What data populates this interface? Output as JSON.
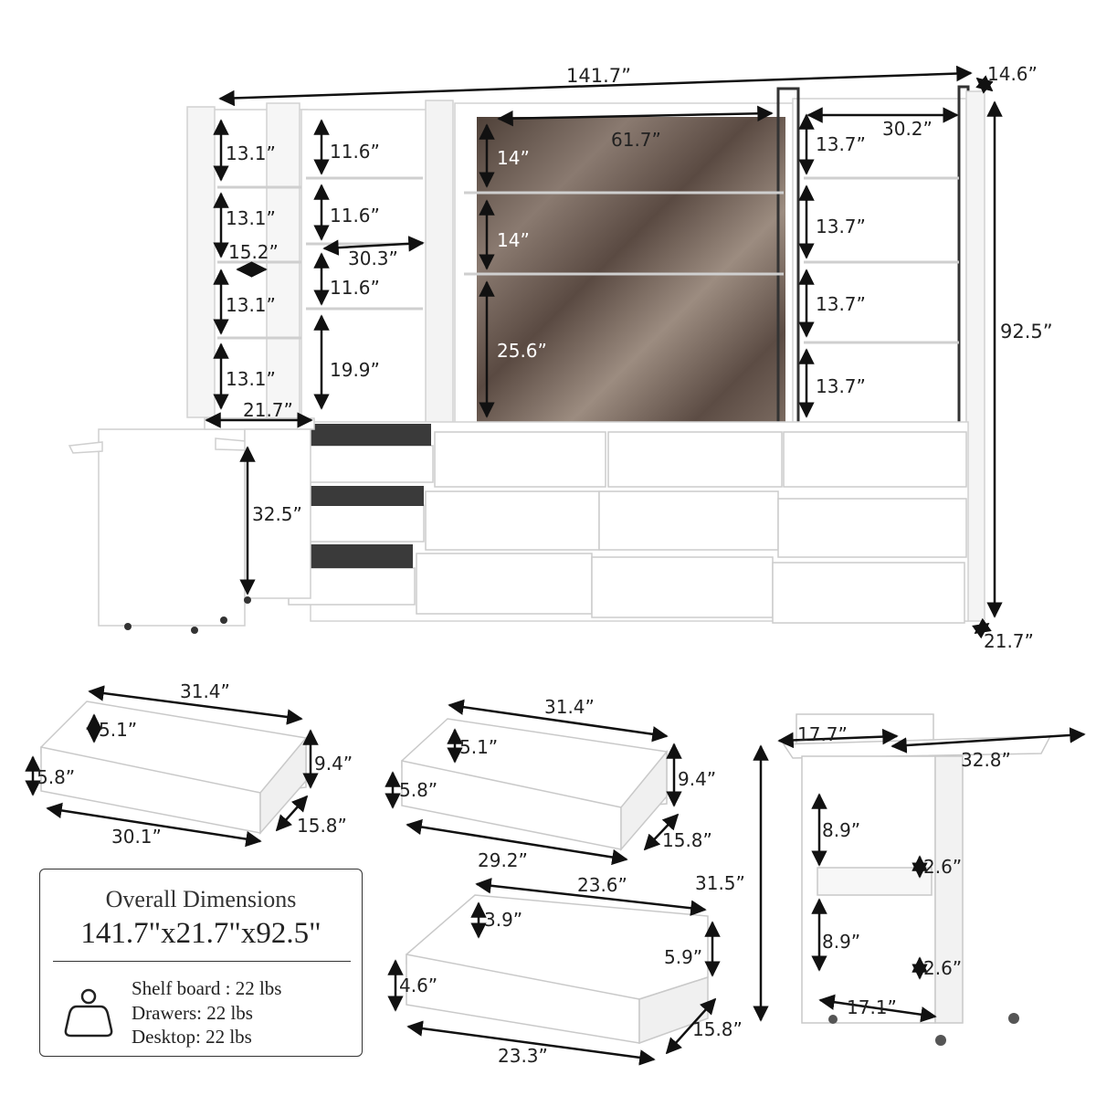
{
  "dimensions": {
    "top_width": "141.7”",
    "depth_top": "14.6”",
    "height_total": "92.5”",
    "depth_bottom": "21.7”",
    "left_shelf_1": "13.1”",
    "left_shelf_2": "13.1”",
    "left_shelf_3": "13.1”",
    "left_shelf_4": "13.1”",
    "left_inner_width": "15.2”",
    "mid_shelf_1": "11.6”",
    "mid_shelf_2": "11.6”",
    "mid_shelf_3": "11.6”",
    "mid_shelf_4": "19.9”",
    "mid_width": "30.3”",
    "center_width": "61.7”",
    "center_shelf_1": "14”",
    "center_shelf_2": "14”",
    "center_shelf_3": "25.6”",
    "right_width": "30.2”",
    "right_shelf_1": "13.7”",
    "right_shelf_2": "13.7”",
    "right_shelf_3": "13.7”",
    "right_shelf_4": "13.7”",
    "desk_width": "21.7”",
    "desk_height": "32.5”"
  },
  "drawer_large": {
    "width": "31.4”",
    "inner_depth": "5.1”",
    "front_height": "9.4”",
    "side_height": "5.8”",
    "bottom_width": "30.1”",
    "depth": "15.8”"
  },
  "drawer_medium": {
    "width": "31.4”",
    "inner_depth": "5.1”",
    "front_height": "9.4”",
    "side_height": "5.8”",
    "bottom_width": "29.2”",
    "depth": "15.8”"
  },
  "drawer_small": {
    "width": "23.6”",
    "inner_depth": "3.9”",
    "front_height": "5.9”",
    "side_height": "4.6”",
    "bottom_width": "23.3”",
    "depth": "15.8”"
  },
  "cart": {
    "height": "31.5”",
    "top_depth": "17.7”",
    "top_width": "32.8”",
    "shelf_1": "8.9”",
    "lip_1": "2.6”",
    "shelf_2": "8.9”",
    "lip_2": "2.6”",
    "base_width": "17.1”"
  },
  "legend": {
    "title": "Overall Dimensions",
    "size": "141.7\"x21.7\"x92.5\"",
    "shelf_board": "Shelf board : 22 lbs",
    "drawers": "Drawers: 22 lbs",
    "desktop": "Desktop: 22 lbs"
  },
  "colors": {
    "panel": "#ffffff",
    "edge": "#d6d6d6",
    "marble": "#6b5c52",
    "arrow": "#111111"
  }
}
